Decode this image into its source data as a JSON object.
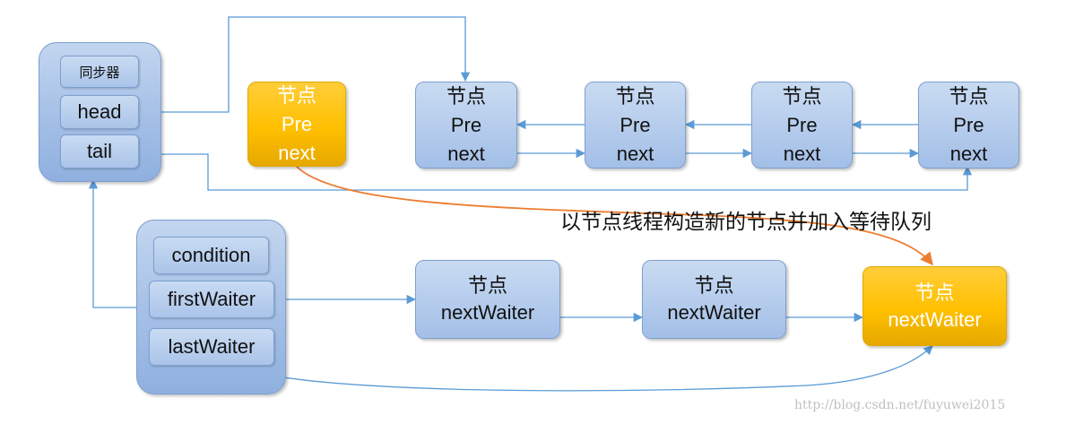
{
  "sync": {
    "title": "同步器",
    "head": "head",
    "tail": "tail"
  },
  "condition": {
    "title": "condition",
    "first": "firstWaiter",
    "last": "lastWaiter"
  },
  "sync_nodes": [
    {
      "title": "节点",
      "pre": "Pre",
      "next": "next",
      "highlight": true
    },
    {
      "title": "节点",
      "pre": "Pre",
      "next": "next",
      "highlight": false
    },
    {
      "title": "节点",
      "pre": "Pre",
      "next": "next",
      "highlight": false
    },
    {
      "title": "节点",
      "pre": "Pre",
      "next": "next",
      "highlight": false
    },
    {
      "title": "节点",
      "pre": "Pre",
      "next": "next",
      "highlight": false
    }
  ],
  "wait_nodes": [
    {
      "title": "节点",
      "next_waiter": "nextWaiter",
      "highlight": false
    },
    {
      "title": "节点",
      "next_waiter": "nextWaiter",
      "highlight": false
    },
    {
      "title": "节点",
      "next_waiter": "nextWaiter",
      "highlight": true
    }
  ],
  "annotation": "以节点线程构造新的节点并加入等待队列",
  "watermark": "http://blog.csdn.net/fuyuwei2015",
  "colors": {
    "link": "#5b9bd5",
    "move": "#ed7d31",
    "node_blue": "#a9c3e8",
    "node_gold": "#ffc000"
  }
}
